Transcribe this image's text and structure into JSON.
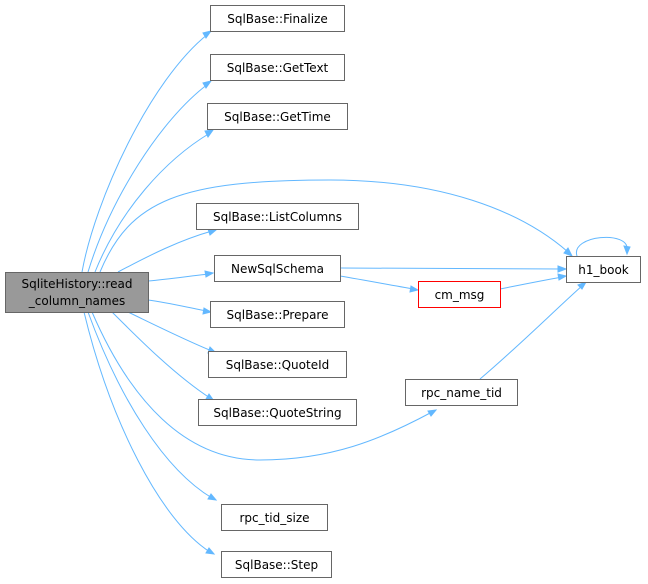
{
  "nodes": {
    "root": {
      "line1": "SqliteHistory::read",
      "line2": "_column_names"
    },
    "finalize": "SqlBase::Finalize",
    "gettext": "SqlBase::GetText",
    "gettime": "SqlBase::GetTime",
    "listcolumns": "SqlBase::ListColumns",
    "newsqlschema": "NewSqlSchema",
    "prepare": "SqlBase::Prepare",
    "quoteid": "SqlBase::QuoteId",
    "quotestring": "SqlBase::QuoteString",
    "rpc_tid_size": "rpc_tid_size",
    "step": "SqlBase::Step",
    "cm_msg": "cm_msg",
    "rpc_name_tid": "rpc_name_tid",
    "h1_book": "h1_book"
  },
  "colors": {
    "edge": "#63b8ff",
    "root_fill": "#999999",
    "node_border": "#666666",
    "highlight_border": "#ff0000"
  }
}
